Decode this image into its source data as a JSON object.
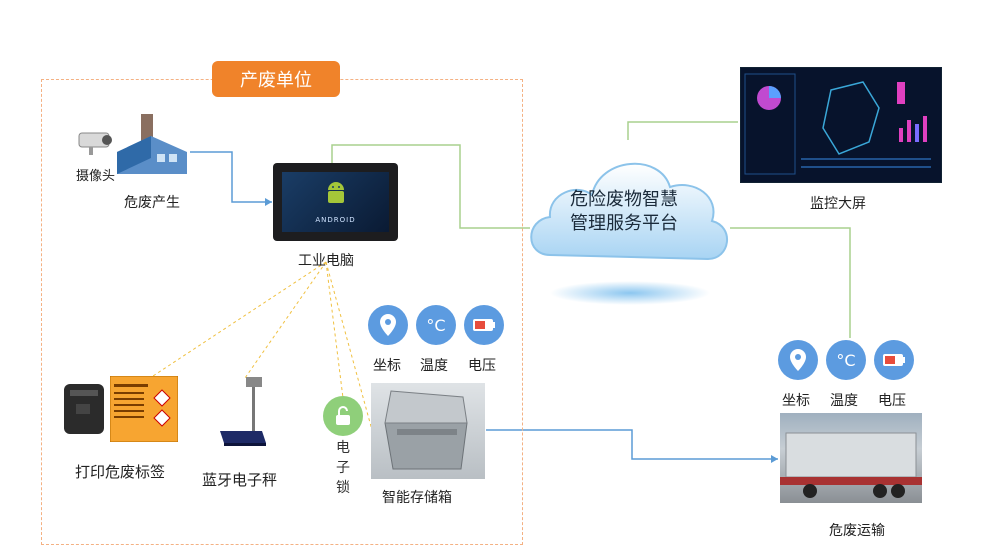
{
  "unit": {
    "title": "产废单位"
  },
  "labels": {
    "camera": "摄像头",
    "waste_gen": "危废产生",
    "pc": "工业电脑",
    "android": "ANDROID",
    "printer": "打印危废标签",
    "scale": "蓝牙电子秤",
    "lock": [
      "电",
      "子",
      "锁"
    ],
    "storage": "智能存储箱",
    "monitor": "监控大屏",
    "transport": "危废运输"
  },
  "cloud": {
    "line1": "危险废物智慧",
    "line2": "管理服务平台"
  },
  "sensors_storage": {
    "coord": "坐标",
    "temp": "温度",
    "volt": "电压"
  },
  "sensors_truck": {
    "coord": "坐标",
    "temp": "温度",
    "volt": "电压"
  },
  "icons": {
    "temp_symbol": "°C"
  },
  "colors": {
    "accent_orange": "#f0832a",
    "badge_blue": "#5c9be0",
    "line_blue": "#5b9bd5",
    "line_green": "#a9d18e",
    "dash_orange": "#f4b183"
  }
}
